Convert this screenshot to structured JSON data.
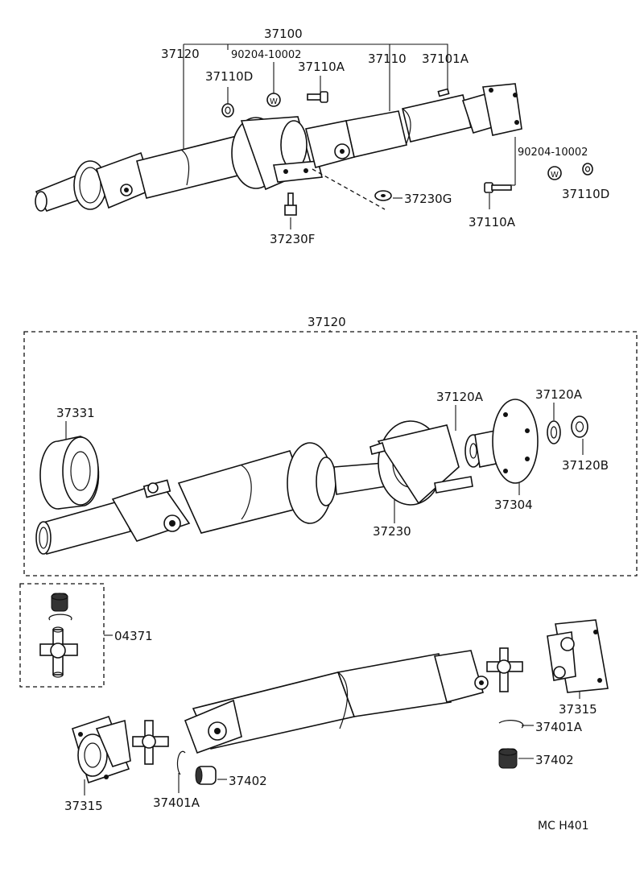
{
  "labels": {
    "assy": "37100",
    "shaft_top": "37120",
    "washer_top": "90204-10002",
    "nut_top": "37110D",
    "bolt_top": "37110A",
    "rear_shaft": "37110",
    "flange_top": "37101A",
    "washer_right": "90204-10002",
    "nut_right": "37110D",
    "bolt_right": "37110A",
    "spacer": "37230G",
    "bolt_center": "37230F",
    "shaft_detail": "37120",
    "dust_cover": "37331",
    "washer_a1": "37120A",
    "washer_a2": "37120A",
    "nut_b": "37120B",
    "flange_yoke": "37304",
    "center_bearing": "37230",
    "spider_kit": "04371",
    "yoke_right": "37315",
    "snap_ring_right": "37401A",
    "cup_right": "37402",
    "yoke_left": "37315",
    "snap_ring_left": "37401A",
    "cup_left": "37402",
    "diagram_code": "MC H401"
  },
  "icons": {
    "washer_symbol_top": "W",
    "washer_symbol_right": "W"
  }
}
